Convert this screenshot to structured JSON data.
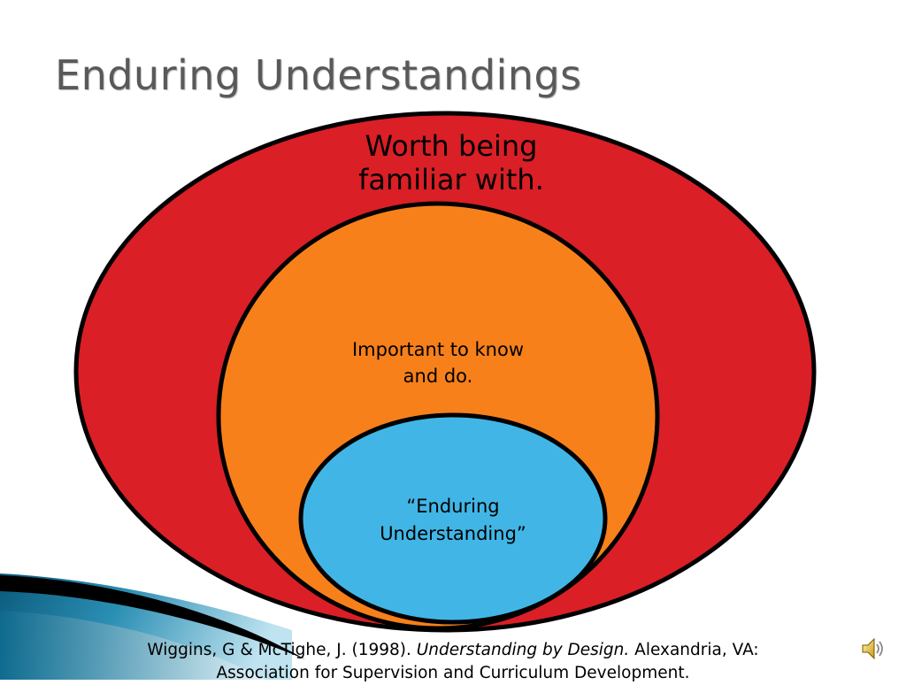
{
  "slide": {
    "title": "Enduring Understandings"
  },
  "diagram": {
    "outer_label": "Worth being familiar with.",
    "outer_label_lines": [
      "Worth being",
      "familiar with."
    ],
    "middle_label_lines": [
      "Important to know",
      "and do."
    ],
    "inner_label_lines": [
      "“Enduring",
      "Understanding”"
    ],
    "colors": {
      "outer": "#da1f26",
      "middle": "#f7801b",
      "inner": "#41b6e6",
      "stroke": "#000000"
    }
  },
  "citation": {
    "prefix": "Wiggins, G & McTighe, J. (1998). ",
    "title": "Understanding by Design.",
    "suffix": " Alexandria, VA:",
    "line2": "Association for Supervision and Curriculum Development."
  },
  "audio": {
    "icon": "speaker-icon"
  }
}
